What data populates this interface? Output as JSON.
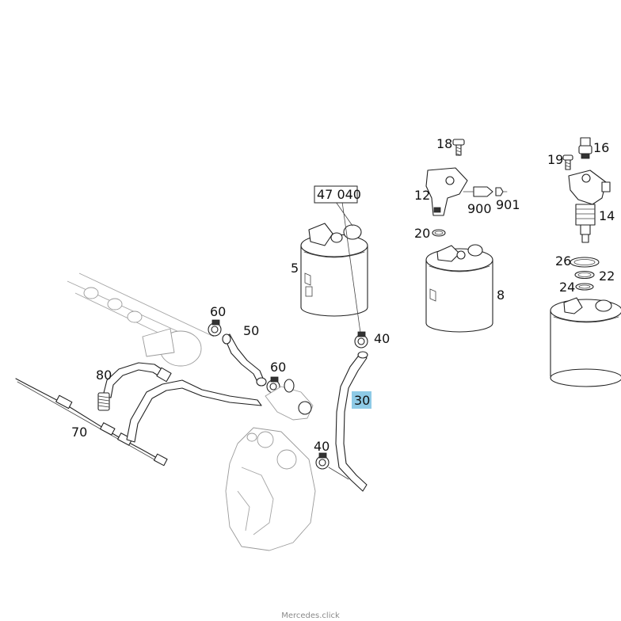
{
  "callouts": {
    "c18": "18",
    "c16": "16",
    "c19": "19",
    "c12": "12",
    "c47040": "47 040",
    "c900": "900",
    "c901": "901",
    "c20": "20",
    "c14": "14",
    "c26": "26",
    "c22": "22",
    "c24": "24",
    "c5": "5",
    "c8": "8",
    "c60a": "60",
    "c50": "50",
    "c40a": "40",
    "c80": "80",
    "c60b": "60",
    "c30": "30",
    "c70": "70",
    "c40b": "40"
  },
  "highlight_color": "#8ecae6",
  "watermark": "Mercedes.click"
}
